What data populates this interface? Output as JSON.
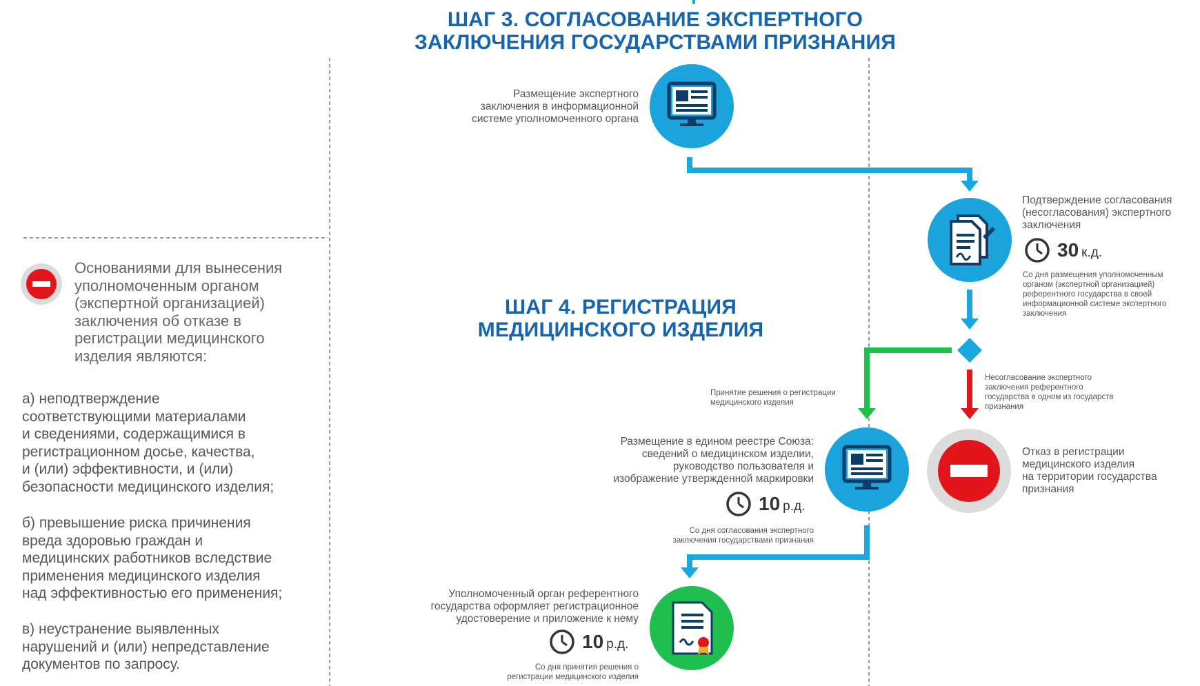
{
  "step3": {
    "title": "ШАГ 3.  СОГЛАСОВАНИЕ ЭКСПЕРТНОГО\nЗАКЛЮЧЕНИЯ ГОСУДАРСТВАМИ ПРИЗНАНИЯ"
  },
  "step4": {
    "title": "ШАГ 4. РЕГИСТРАЦИЯ\nМЕДИЦИНСКОГО ИЗДЕЛИЯ"
  },
  "left": {
    "lead": "Основаниями для вынесения\nуполномоченным органом\n(экспертной организацией)\nзаключения об отказе в\nрегистрации медицинского\nизделия являются:",
    "item_a": "а) неподтверждение\nсоответствующими материалами\nи сведениями, содержащимися в\nрегистрационном досье, качества,\nи (или) эффективности, и (или)\nбезопасности медицинского изделия;",
    "item_b": "б) превышение риска причинения\nвреда здоровью граждан и\nмедицинских работников вследствие\nприменения медицинского изделия\nнад эффективностью его применения;",
    "item_c": "в) неустранение выявленных\nнарушений и (или) непредставление\nдокументов по запросу."
  },
  "node_placement": {
    "label": "Размещение экспертного\nзаключения в информационной\nсистеме  уполномоченного органа"
  },
  "node_confirm": {
    "label": "Подтверждение согласования\n(несогласования) экспертного\nзаключения",
    "days": "30",
    "unit": "к.д.",
    "note": "Со дня размещения уполномоченным\nорганом (экспертной организацией)\nреферентного государства  в своей\nинформационной системе экспертного\nзаключения"
  },
  "branch_yes": {
    "label": "Принятие решения о регистрации\nмедицинского изделия"
  },
  "branch_no": {
    "label": "Несогласование экспертного\nзаключения референтного\nгосударства в одном из государств\nпризнания"
  },
  "node_registry": {
    "label": "Размещение в едином реестре Союза:\nсведений о медицинском изделии,\nруководство пользователя и\nизображение утвержденной маркировки",
    "days": "10",
    "unit": "р.д.",
    "note": "Со дня согласования экспертного\nзаключения государствами признания"
  },
  "node_refusal": {
    "label": "Отказ в регистрации\nмедицинского изделия\nна территории государства\nпризнания"
  },
  "node_certificate": {
    "label": "Уполномоченный орган референтного\nгосударства оформляет регистрационное\nудостоверение и приложение к нему",
    "days": "10",
    "unit": "р.д.",
    "note": "Со дня принятия решения о\nрегистрации медицинского изделия"
  },
  "colors": {
    "title": "#1565b0",
    "flow": "#1aa6de",
    "yes": "#1fbf4f",
    "no": "#e3151c",
    "circle_blue": "#1aa3dc",
    "circle_green": "#1fbf4f",
    "circle_grey": "#dcdcdc"
  },
  "icons": [
    "computer-icon",
    "documents-signature-icon",
    "stop-icon",
    "certificate-icon",
    "clock-icon",
    "decision-diamond"
  ]
}
